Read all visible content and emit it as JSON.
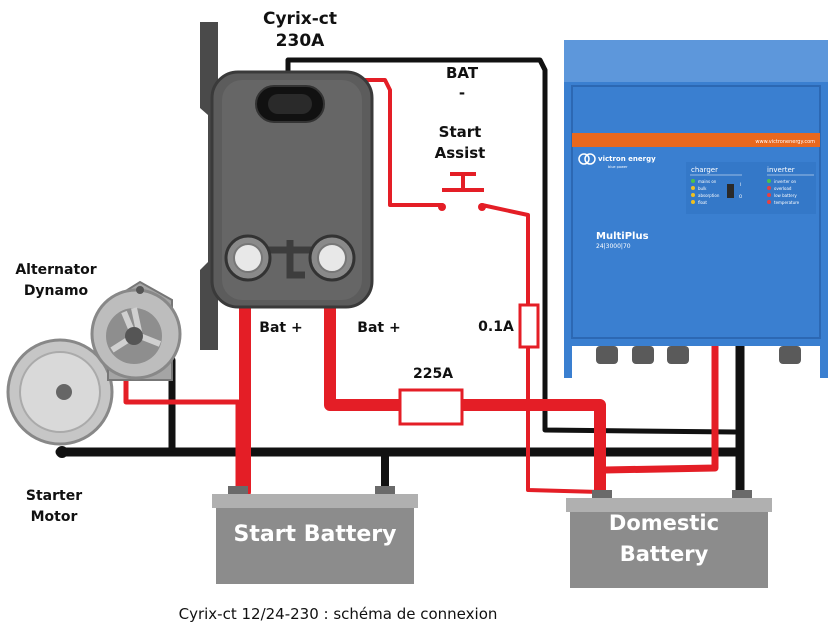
{
  "labels": {
    "cyrix_name": "Cyrix-ct",
    "cyrix_rating": "230A",
    "bat_neg_1": "BAT",
    "bat_neg_2": "-",
    "start_assist_1": "Start",
    "start_assist_2": "Assist",
    "alternator_1": "Alternator",
    "alternator_2": "Dynamo",
    "bat_plus_left": "Bat +",
    "bat_plus_right": "Bat +",
    "fuse_small": "0.1A",
    "fuse_main": "225A",
    "starter_1": "Starter",
    "starter_2": "Motor"
  },
  "batteries": {
    "start": "Start Battery",
    "domestic_1": "Domestic",
    "domestic_2": "Battery"
  },
  "inverter": {
    "brand": "victron energy",
    "brand_sub": "blue power",
    "url": "www.victronenergy.com",
    "model": "MultiPlus",
    "spec": "24|3000|70",
    "charger_title": "charger",
    "inverter_title": "inverter",
    "charger_leds": [
      "mains on",
      "bulk",
      "absorption",
      "float"
    ],
    "inverter_leds": [
      "inverter on",
      "overload",
      "low battery",
      "temperature"
    ],
    "switch_on": "I",
    "switch_off": "O"
  },
  "caption": "Cyrix-ct 12/24-230 : schéma de connexion",
  "colors": {
    "positive_wire": "#e41e26",
    "negative_wire": "#111111",
    "battery_body": "#8c8c8c",
    "relay_body": "#5a5a5a",
    "inverter_blue": "#3a7fd0",
    "inverter_orange": "#e8681e"
  }
}
